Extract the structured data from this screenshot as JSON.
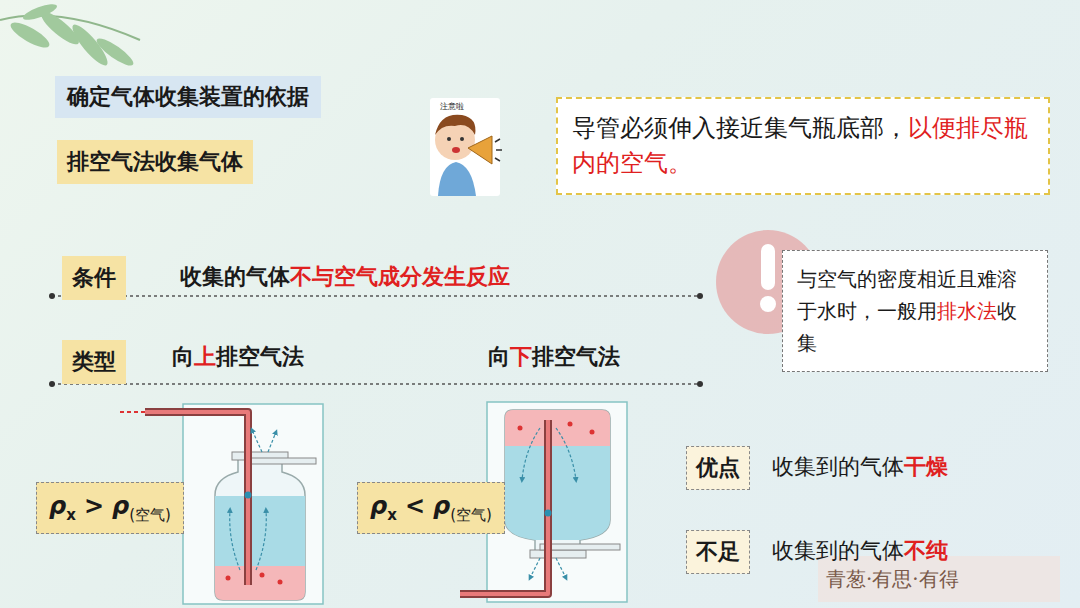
{
  "diagram": {
    "title": "确定气体收集装置的依据",
    "nodes": [
      {
        "text": [
          "排空气法收集气体"
        ]
      },
      {
        "text": [
          "导管必须伸入接近集气瓶底部，",
          "以便排尽瓶内的空气。"
        ]
      },
      {
        "text": [
          "条件"
        ]
      },
      {
        "text": [
          "类型"
        ]
      },
      {
        "text": [
          "与空气的密度相近且难溶于水时，一般用",
          "排水法",
          "收集"
        ]
      },
      {
        "text": [
          "ρ",
          "x",
          ">",
          "ρ",
          "(空气)"
        ]
      },
      {
        "text": [
          "ρ",
          "x",
          "<",
          "ρ",
          "(空气)"
        ]
      },
      {
        "text": [
          "优点"
        ]
      },
      {
        "text": [
          "不足"
        ]
      }
    ],
    "edges": [],
    "labels": [
      "收集的气体",
      "不与空气成分发生反应",
      "向",
      "上",
      "排空气法",
      "向",
      "下",
      "排空气法",
      "收集到的气体",
      "干燥",
      "收集到的气体",
      "不纯",
      "注意啦",
      "青葱·有思·有得"
    ]
  }
}
